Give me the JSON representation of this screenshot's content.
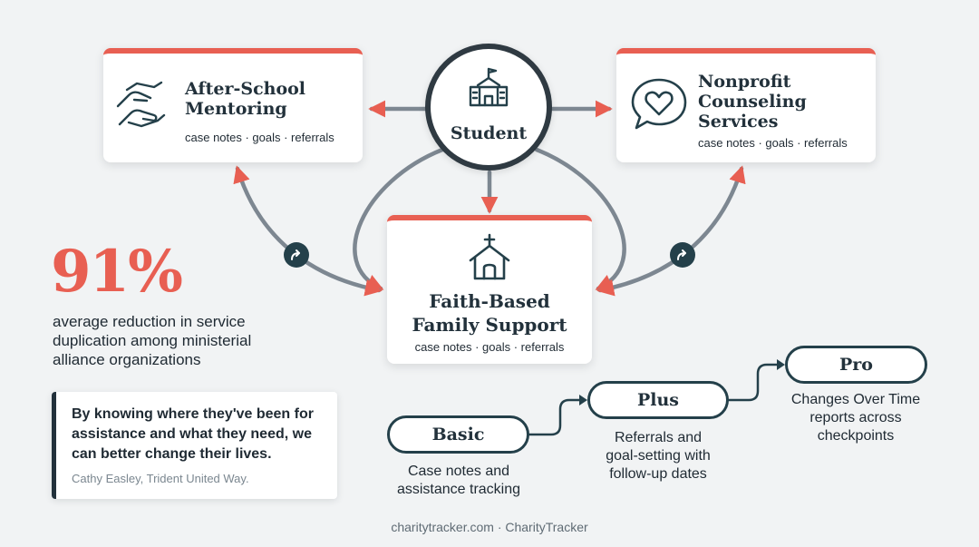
{
  "center": {
    "label": "Student",
    "icon": "school-building-icon"
  },
  "programs": [
    {
      "title": "After-School Mentoring",
      "title_lines": [
        "After-School",
        "Mentoring"
      ],
      "sub": "case notes · goals · referrals",
      "icon": "helping-hands-icon"
    },
    {
      "title": "Nonprofit Counseling Services",
      "title_lines": [
        "Nonprofit",
        "Counseling",
        "Services"
      ],
      "sub": "case notes · goals · referrals",
      "icon": "heart-chat-icon"
    },
    {
      "title": "Faith-Based Family Support",
      "title_lines": [
        "Faith-Based",
        "Family Support"
      ],
      "sub": "case notes · goals · referrals",
      "icon": "church-icon"
    }
  ],
  "stat": {
    "value": "91%",
    "description": "average reduction in service duplication among ministerial alliance organizations"
  },
  "quote": {
    "text": "By knowing where they've been for assistance and what they need, we can better change their lives.",
    "author": "Cathy Easley, Trident United Way."
  },
  "tiers": [
    {
      "name": "Basic",
      "description": "Case notes and assistance tracking",
      "desc_lines": [
        "Case notes and",
        "assistance tracking"
      ]
    },
    {
      "name": "Plus",
      "description": "Referrals and goal-setting with follow-up dates",
      "desc_lines": [
        "Referrals and",
        "goal-setting with",
        "follow-up dates"
      ]
    },
    {
      "name": "Pro",
      "description": "Changes Over Time reports across checkpoints",
      "desc_lines": [
        "Changes Over Time",
        "reports across",
        "checkpoints"
      ]
    }
  ],
  "footer": "charitytracker.com · CharityTracker",
  "colors": {
    "accent": "#e85f52",
    "dark": "#24404a",
    "line": "#7d8791",
    "background": "#f1f3f4"
  }
}
